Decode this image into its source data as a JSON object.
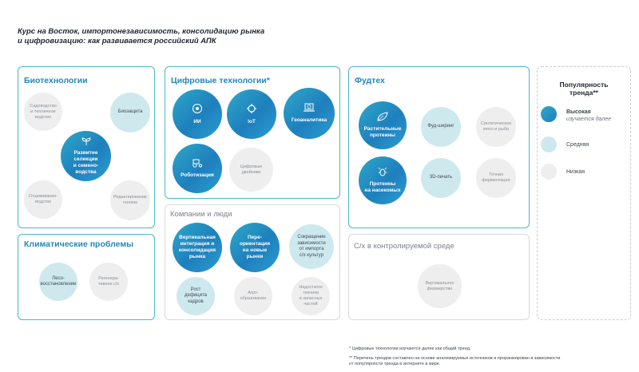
{
  "title": "Курс на Восток, импортонезависимость, консолидацию рынка\nи цифровизацию: как развивается российский АПК",
  "panels": {
    "biotech": "Биотехнологии",
    "climate": "Климатические проблемы",
    "digital": "Цифровые технологии*",
    "companies": "Компании и люди",
    "foodtech": "Фудтех",
    "controlled": "С/х в контролируемой среде"
  },
  "biotech_items": [
    "Садоводство\nи тепличное\nводство",
    "Биозащита",
    "Развитие\nселекции\nи семено-\nводства",
    "Отцеживание-\nводство",
    "Редактирование\nгенома"
  ],
  "climate_items": [
    "Лесо-\nвосстановление",
    "Регенера-\nтивное с/х"
  ],
  "digital_items": [
    "ИИ",
    "IoT",
    "Геоаналитика",
    "Роботизация",
    "Цифровые\nдвойники"
  ],
  "companies_items": [
    "Вертикальная\nинтеграция и\nконсолидация\nрынка",
    "Пере-\nориентация\nна новые\nрынки",
    "Сокращение\nзависимости\nот импорта\nс/х культур",
    "Рост дефицита\nкадров",
    "Агро-\nобразование",
    "Недостаток\nтехники\nи запасных\nчастей"
  ],
  "foodtech_items": [
    "Растительные\nпротеины",
    "Фуд-шеринг",
    "Синтетическое\nмясо и рыба",
    "Протеины\nна насекомых",
    "3D-печать",
    "Точная\nферментация"
  ],
  "controlled_items": [
    "Вертикальное\nфермерство"
  ],
  "legend": {
    "title": "Популярность\nтренда**",
    "high_label": "Высокая",
    "high_note": "изучается далее",
    "mid_label": "Средняя",
    "low_label": "Низкая"
  },
  "footnotes": {
    "note1": "* Цифровые технологии изучаются далее как общий тренд.",
    "note2": "** Перечень трендов составлен на основе анализируемых источников и проранжирован в зависимости\nот популярности тренда в интернете в мире."
  },
  "colors": {
    "accent": "#2487b8",
    "high": "#1e7fbd",
    "medium": "#cde9ee",
    "low": "#eeeeef",
    "panel_border": "#47b9c9"
  }
}
